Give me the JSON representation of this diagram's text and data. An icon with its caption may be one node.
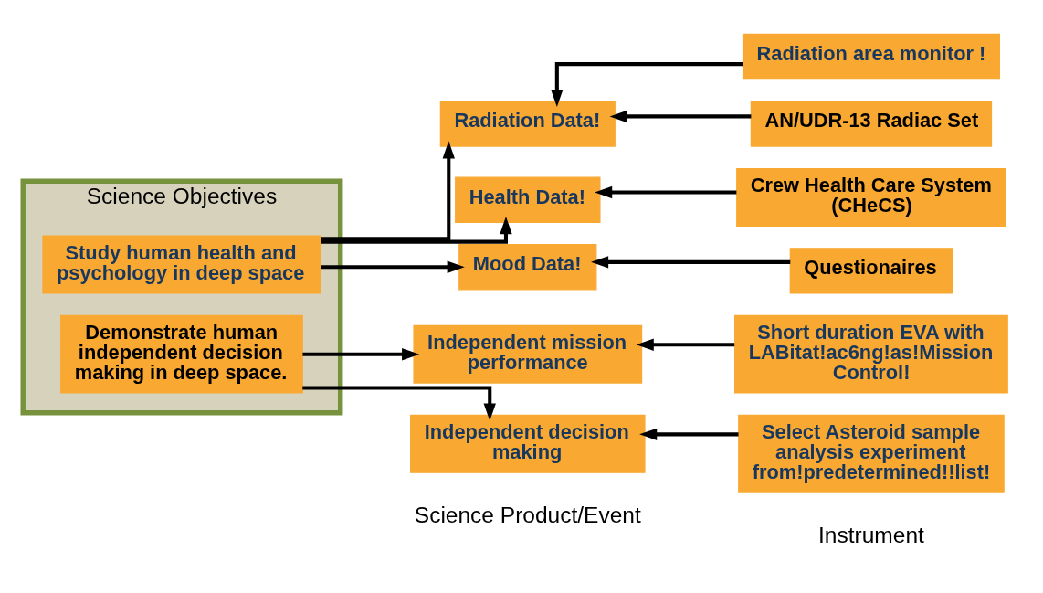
{
  "diagram": {
    "nodes": [
      {
        "text": [
          "Science Objectives"
        ]
      },
      {
        "text": [
          "Study human health and psychology in deep space"
        ],
        "in": 0
      },
      {
        "text": [
          "Demonstrate human independent decision making in deep space."
        ],
        "in": 0
      },
      {
        "text": [
          "Radiation Data!"
        ]
      },
      {
        "text": [
          "Health Data!"
        ]
      },
      {
        "text": [
          "Mood Data!"
        ]
      },
      {
        "text": [
          "Independent mission performance"
        ]
      },
      {
        "text": [
          "Independent decision making"
        ]
      },
      {
        "text": [
          "Radiation area monitor !"
        ]
      },
      {
        "text": [
          "AN/UDR-13 Radiac Set"
        ]
      },
      {
        "text": [
          "Crew Health Care System (CHeCS)"
        ]
      },
      {
        "text": [
          "Questionaires"
        ]
      },
      {
        "text": [
          "Short duration EVA with LABitat!ac6ng!as!Mission Control!"
        ]
      },
      {
        "text": [
          "Select Asteroid sample analysis experiment from!predetermined!!list!"
        ]
      }
    ],
    "edges": [
      {
        "from": 1,
        "to": 3,
        "arrow": "to"
      },
      {
        "from": 1,
        "to": 4,
        "arrow": "to"
      },
      {
        "from": 1,
        "to": 5,
        "arrow": "to"
      },
      {
        "from": 2,
        "to": 6,
        "arrow": "to"
      },
      {
        "from": 2,
        "to": 7,
        "arrow": "to"
      },
      {
        "from": 8,
        "to": 3,
        "arrow": "to"
      },
      {
        "from": 9,
        "to": 3,
        "arrow": "to"
      },
      {
        "from": 10,
        "to": 4,
        "arrow": "to"
      },
      {
        "from": 11,
        "to": 5,
        "arrow": "to"
      },
      {
        "from": 12,
        "to": 6,
        "arrow": "to"
      },
      {
        "from": 13,
        "to": 7,
        "arrow": "to"
      }
    ],
    "labels": [
      "Science Product/Event",
      "Instrument"
    ]
  }
}
